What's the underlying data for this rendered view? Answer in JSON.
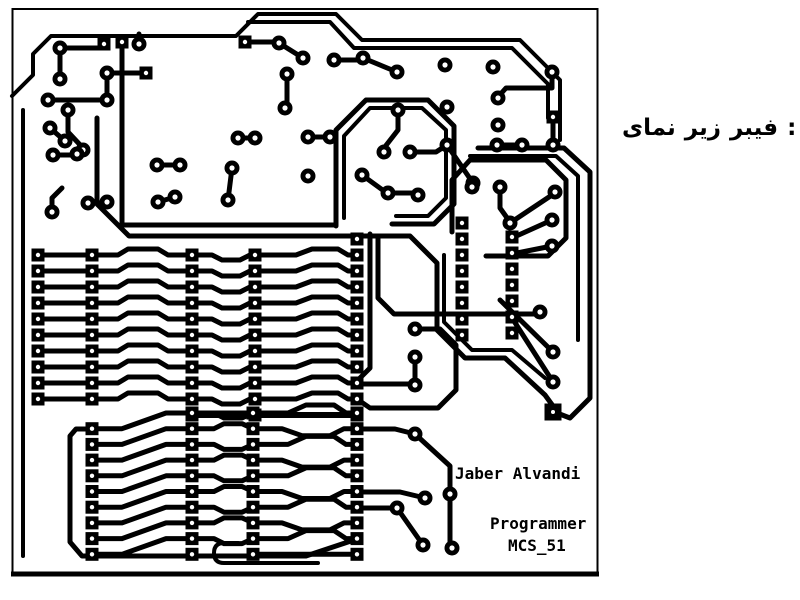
{
  "caption": {
    "full_text": "نمای زیر فیبر :",
    "words": [
      "نمای",
      "زیر",
      "فیبر",
      ":"
    ]
  },
  "board": {
    "author": "Jaber Alvandi",
    "title_line1": "Programmer",
    "title_line2": "MCS_51"
  },
  "colors": {
    "trace": "#000000",
    "background": "#ffffff"
  }
}
